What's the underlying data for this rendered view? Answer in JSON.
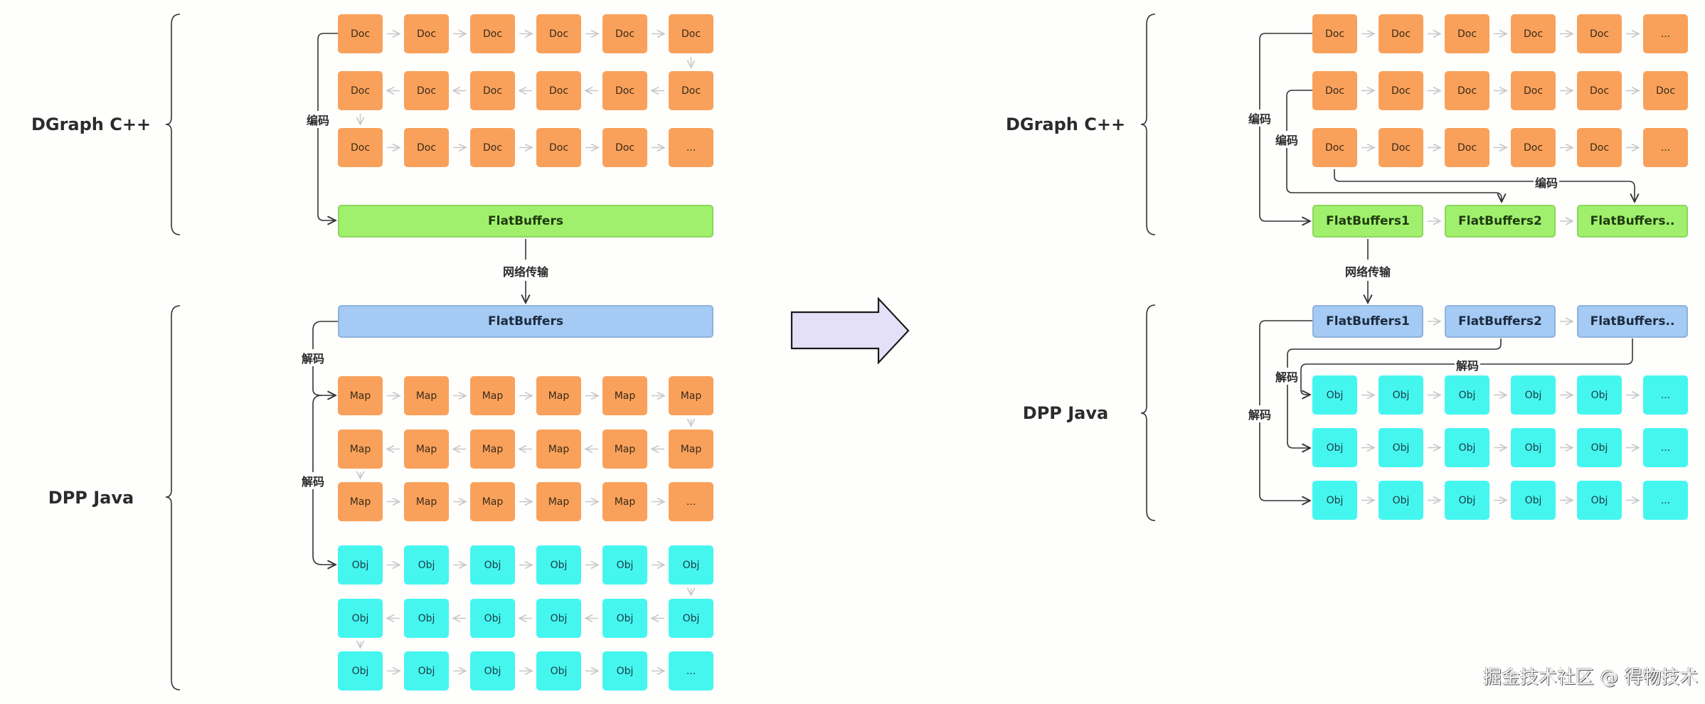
{
  "left": {
    "sections": [
      {
        "label": "DGraph C++"
      },
      {
        "label": "DPP Java"
      }
    ],
    "doc_rows": [
      [
        "Doc",
        "Doc",
        "Doc",
        "Doc",
        "Doc",
        "Doc"
      ],
      [
        "Doc",
        "Doc",
        "Doc",
        "Doc",
        "Doc",
        "Doc"
      ],
      [
        "Doc",
        "Doc",
        "Doc",
        "Doc",
        "Doc",
        "..."
      ]
    ],
    "encode_label": "编码",
    "flatbuffers_green": "FlatBuffers",
    "network_label": "网络传输",
    "flatbuffers_blue": "FlatBuffers",
    "decode_labels": [
      "解码",
      "解码"
    ],
    "map_rows": [
      [
        "Map",
        "Map",
        "Map",
        "Map",
        "Map",
        "Map"
      ],
      [
        "Map",
        "Map",
        "Map",
        "Map",
        "Map",
        "Map"
      ],
      [
        "Map",
        "Map",
        "Map",
        "Map",
        "Map",
        "..."
      ]
    ],
    "obj_rows": [
      [
        "Obj",
        "Obj",
        "Obj",
        "Obj",
        "Obj",
        "Obj"
      ],
      [
        "Obj",
        "Obj",
        "Obj",
        "Obj",
        "Obj",
        "Obj"
      ],
      [
        "Obj",
        "Obj",
        "Obj",
        "Obj",
        "Obj",
        "..."
      ]
    ]
  },
  "right": {
    "sections": [
      {
        "label": "DGraph C++"
      },
      {
        "label": "DPP Java"
      }
    ],
    "doc_rows": [
      [
        "Doc",
        "Doc",
        "Doc",
        "Doc",
        "Doc",
        "..."
      ],
      [
        "Doc",
        "Doc",
        "Doc",
        "Doc",
        "Doc",
        "Doc"
      ],
      [
        "Doc",
        "Doc",
        "Doc",
        "Doc",
        "Doc",
        "..."
      ]
    ],
    "encode_labels": [
      "编码",
      "编码",
      "编码"
    ],
    "flatbuffers_green": [
      "FlatBuffers1",
      "FlatBuffers2",
      "FlatBuffers.."
    ],
    "network_label": "网络传输",
    "flatbuffers_blue": [
      "FlatBuffers1",
      "FlatBuffers2",
      "FlatBuffers.."
    ],
    "decode_labels": [
      "解码",
      "解码",
      "解码"
    ],
    "obj_rows": [
      [
        "Obj",
        "Obj",
        "Obj",
        "Obj",
        "Obj",
        "..."
      ],
      [
        "Obj",
        "Obj",
        "Obj",
        "Obj",
        "Obj",
        "..."
      ],
      [
        "Obj",
        "Obj",
        "Obj",
        "Obj",
        "Obj",
        "..."
      ]
    ]
  },
  "transition_arrow": {
    "fill": "#e4e0f7",
    "stroke": "#1a1a1a"
  },
  "colors": {
    "doc": "#f9a15a",
    "obj": "#45f6ef",
    "flatbuffers_green": "#a0f06e",
    "flatbuffers_blue": "#a5caf3"
  },
  "watermark": "掘金技术社区 @ 得物技术"
}
